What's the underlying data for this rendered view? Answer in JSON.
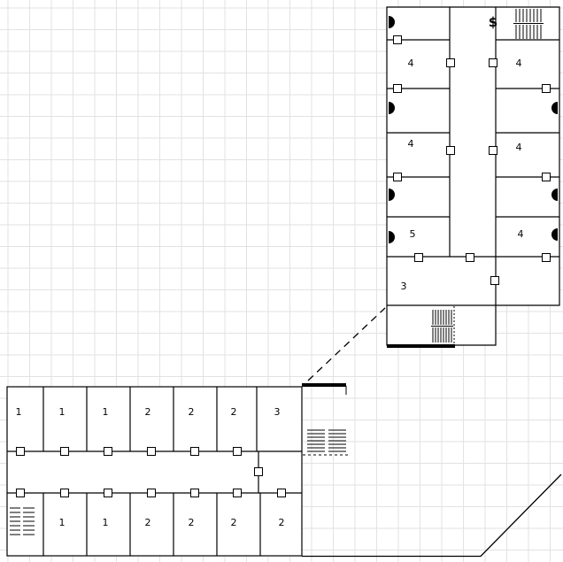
{
  "drawing": {
    "type": "architectural floor plan on grid paper",
    "colors": {
      "wall": "#000000",
      "grid": "#e2e2e2",
      "background": "#ffffff"
    },
    "north_wing": {
      "stair_symbol": "$",
      "room_labels": [
        "4",
        "4",
        "4",
        "4",
        "5",
        "4",
        "3"
      ]
    },
    "south_wing": {
      "top_row_labels": [
        "1",
        "1",
        "1",
        "2",
        "2",
        "2",
        "3"
      ],
      "bottom_row_labels": [
        "1",
        "1",
        "2",
        "2",
        "2",
        "2"
      ]
    }
  }
}
